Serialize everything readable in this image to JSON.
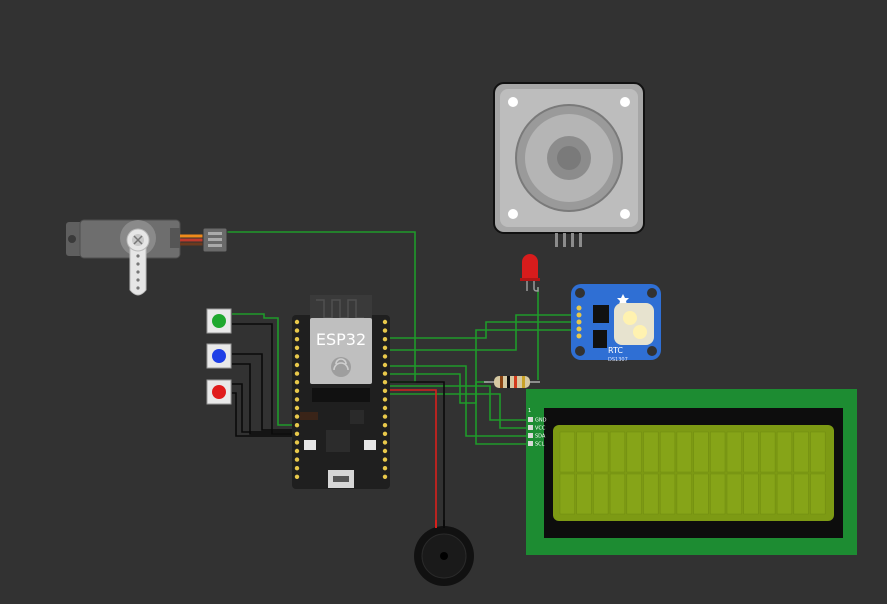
{
  "canvas": {
    "background": "#323232"
  },
  "components": {
    "esp32": {
      "label": "ESP32",
      "pcb_color": "#1f1f1f",
      "pin_color": "#e8c84a"
    },
    "rtc": {
      "label": "RTC",
      "chip": "DS1307",
      "board_color": "#2f6fd4"
    },
    "lcd": {
      "pins": [
        "GND",
        "VCC",
        "SDA",
        "SCL"
      ],
      "pin_index_label": "1",
      "board_color": "#1d8c32",
      "screen_color": "#7d9a14"
    },
    "buttons": [
      {
        "color": "#1fa82e"
      },
      {
        "color": "#1f3fe6"
      },
      {
        "color": "#e01c1c"
      }
    ],
    "led": {
      "color": "#d81c1c"
    },
    "servo": {
      "body_color": "#6e6e6e"
    },
    "stepper": {
      "body_color": "#a7a7a7"
    },
    "buzzer": {
      "body_color": "#111111"
    },
    "resistor": {
      "band_colors": [
        "#8b4513",
        "#111111",
        "#d23b1c"
      ]
    }
  },
  "wire_colors": {
    "signal": "#1f9a2a",
    "ground": "#0a0a0a",
    "servo_signal": "#f08a1a",
    "servo_power": "#c0392b"
  }
}
